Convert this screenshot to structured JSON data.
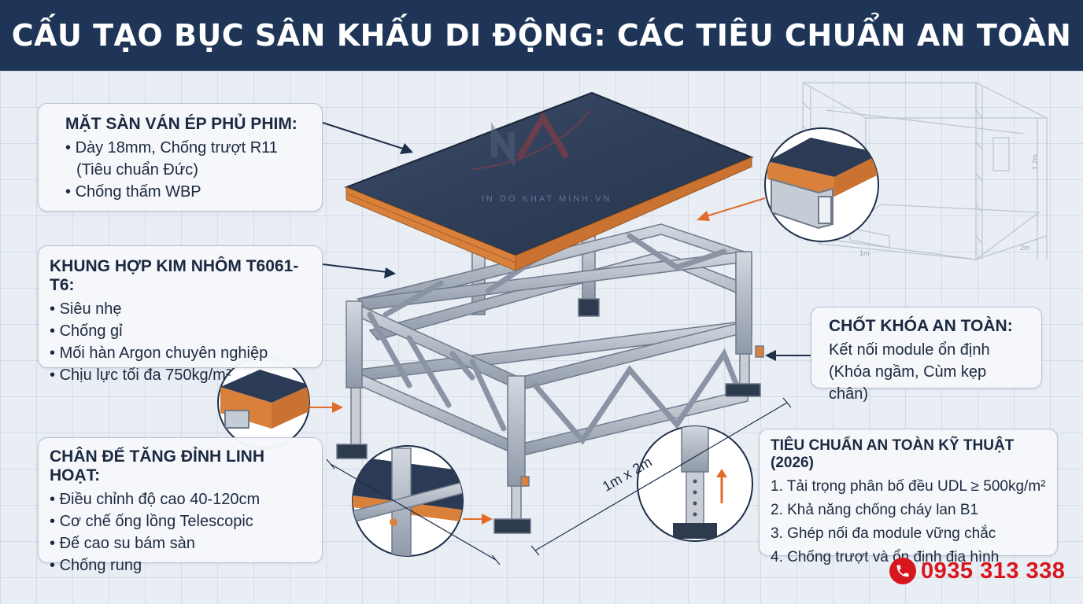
{
  "title": "CẤU TẠO BỤC SÂN KHẤU DI ĐỘNG: CÁC TIÊU CHUẨN AN TOÀN",
  "deck": {
    "heading": "MẶT SÀN VÁN ÉP PHỦ PHIM:",
    "items": [
      "Dày 18mm, Chống trượt R11",
      "(Tiêu chuẩn Đức)",
      "Chống thấm WBP"
    ]
  },
  "frame": {
    "heading": "KHUNG HỢP KIM NHÔM T6061-T6:",
    "items": [
      "Siêu nhẹ",
      "Chống gỉ",
      "Mối hàn Argon chuyên nghiệp",
      "Chịu lực tối đa 750kg/m²"
    ]
  },
  "legs": {
    "heading": "CHÂN ĐẾ TĂNG ĐỈNH LINH HOẠT:",
    "items": [
      "Điều chỉnh độ cao 40-120cm",
      "Cơ chế ống lồng Telescopic",
      "Đế cao su bám sàn",
      "Chống rung"
    ]
  },
  "lock": {
    "heading": "CHỐT KHÓA AN TOÀN:",
    "items": [
      "Kết nối module ổn định",
      "(Khóa ngầm, Cùm kẹp chân)"
    ]
  },
  "standards": {
    "heading": "TIÊU CHUẨN AN TOÀN KỸ THUẬT (2026)",
    "items": [
      "1. Tải trọng phân bố đều UDL ≥ 500kg/m²",
      "2. Khả năng chống cháy lan B1",
      "3. Ghép nối đa module vững chắc",
      "4. Chống trượt và ổn định địa hình"
    ]
  },
  "dimension_label": "1m x 2m",
  "sketch_labels": {
    "height": "1.2m",
    "width": "1m",
    "depth": "2m"
  },
  "watermark": "IN DO KHAT MINH.VN",
  "phone": "0935 313 338",
  "icons": {
    "phone": "phone-icon"
  },
  "colors": {
    "title_bg": "#1e3557",
    "deck_top": "#2b3a55",
    "plywood_edge": "#d9813b",
    "frame": "#aab2bf",
    "arrow_orange": "#e36b2a",
    "arrow_dark": "#1e2f4a",
    "phone_red": "#d8161d"
  }
}
